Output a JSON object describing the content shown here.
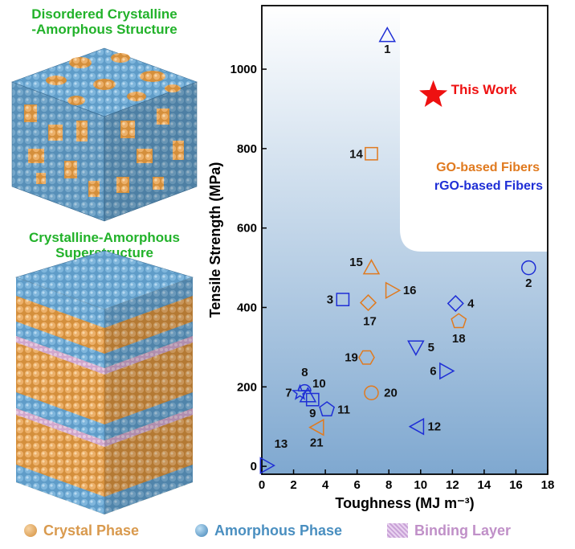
{
  "left_panel": {
    "top_title": [
      "Disordered Crystalline",
      "-Amorphous Structure"
    ],
    "bottom_title": [
      "Crystalline-Amorphous",
      "Superstructure"
    ]
  },
  "legend": [
    {
      "label": "Crystal Phase",
      "color": "#e0a050"
    },
    {
      "label": "Amorphous Phase",
      "color": "#4a8fc0"
    },
    {
      "label": "Binding Layer",
      "color": "#c090c8"
    }
  ],
  "colors": {
    "go": "#e07a1f",
    "rgo": "#1f2fd6",
    "star": "#ee1111",
    "crystal": "#e8a95a",
    "amorphous": "#6aa6cf",
    "binding": "#c8a3d6"
  },
  "chart_data": {
    "type": "scatter",
    "xlabel": "Toughness (MJ m⁻³)",
    "ylabel": "Tensile Strength (MPa)",
    "xlim": [
      0,
      18
    ],
    "ylim": [
      -20,
      1160
    ],
    "xticks": [
      0,
      2,
      4,
      6,
      8,
      10,
      12,
      14,
      16,
      18
    ],
    "yticks": [
      0,
      200,
      400,
      600,
      800,
      1000
    ],
    "series_labels": {
      "go": "GO-based Fibers",
      "rgo": "rGO-based Fibers",
      "this": "This Work"
    },
    "points": [
      {
        "label": "1",
        "x": 7.9,
        "y": 1085,
        "shape": "triangle-up",
        "group": "rgo"
      },
      {
        "label": "2",
        "x": 16.8,
        "y": 500,
        "shape": "circle",
        "group": "rgo"
      },
      {
        "label": "3",
        "x": 5.1,
        "y": 420,
        "shape": "square",
        "group": "rgo"
      },
      {
        "label": "4",
        "x": 12.2,
        "y": 410,
        "shape": "diamond",
        "group": "rgo"
      },
      {
        "label": "5",
        "x": 9.7,
        "y": 300,
        "shape": "triangle-down",
        "group": "rgo"
      },
      {
        "label": "6",
        "x": 11.6,
        "y": 240,
        "shape": "triangle-right",
        "group": "rgo"
      },
      {
        "label": "7",
        "x": 2.4,
        "y": 185,
        "shape": "star",
        "group": "rgo"
      },
      {
        "label": "8",
        "x": 2.7,
        "y": 190,
        "shape": "semicircle",
        "group": "rgo"
      },
      {
        "label": "9",
        "x": 3.2,
        "y": 168,
        "shape": "square",
        "group": "rgo"
      },
      {
        "label": "10",
        "x": 2.9,
        "y": 178,
        "shape": "triangle-up",
        "group": "rgo"
      },
      {
        "label": "11",
        "x": 4.1,
        "y": 143,
        "shape": "pentagon",
        "group": "rgo"
      },
      {
        "label": "12",
        "x": 9.8,
        "y": 100,
        "shape": "triangle-left",
        "group": "rgo"
      },
      {
        "label": "13",
        "x": 0.3,
        "y": 2,
        "shape": "triangle-right",
        "group": "rgo"
      },
      {
        "label": "14",
        "x": 6.9,
        "y": 787,
        "shape": "square",
        "group": "go"
      },
      {
        "label": "15",
        "x": 6.9,
        "y": 500,
        "shape": "triangle-up",
        "group": "go"
      },
      {
        "label": "16",
        "x": 8.2,
        "y": 443,
        "shape": "triangle-right",
        "group": "go"
      },
      {
        "label": "17",
        "x": 6.7,
        "y": 412,
        "shape": "diamond",
        "group": "go"
      },
      {
        "label": "18",
        "x": 12.4,
        "y": 365,
        "shape": "pentagon",
        "group": "go"
      },
      {
        "label": "19",
        "x": 6.6,
        "y": 274,
        "shape": "hexagon",
        "group": "go"
      },
      {
        "label": "20",
        "x": 6.9,
        "y": 185,
        "shape": "circle",
        "group": "go"
      },
      {
        "label": "21",
        "x": 3.5,
        "y": 98,
        "shape": "triangle-left",
        "group": "go"
      },
      {
        "label": "This Work",
        "x": 10.8,
        "y": 935,
        "shape": "star",
        "group": "this"
      }
    ]
  }
}
